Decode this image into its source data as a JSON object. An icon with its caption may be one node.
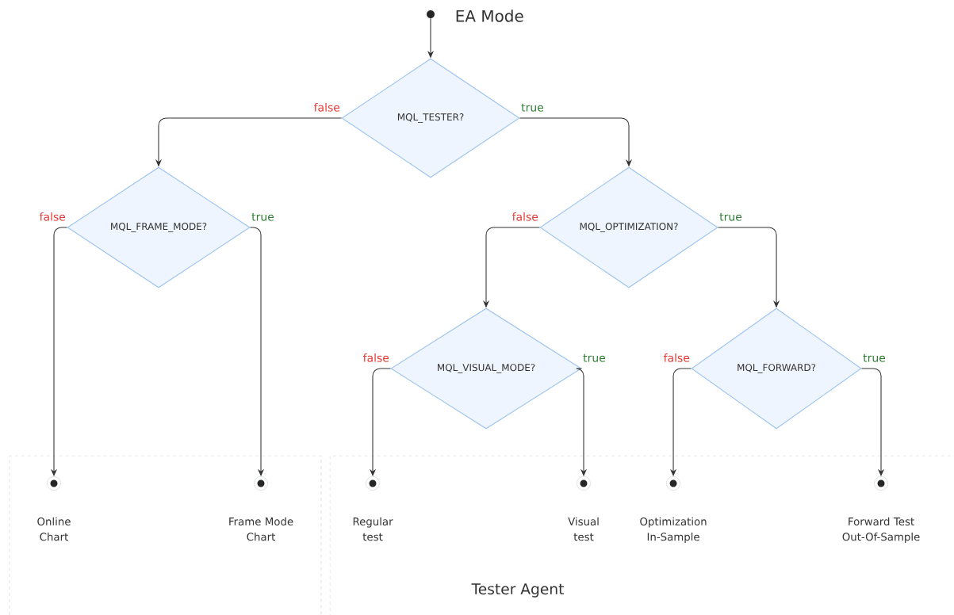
{
  "diagram": {
    "nodes": [
      {
        "text": [],
        "shape": "box"
      },
      {
        "text": [
          "Tester Agent"
        ]
      },
      {
        "text": [],
        "shape": "circle",
        "beside": [
          "EA Mode"
        ]
      },
      {
        "text": [
          "MQL_TESTER?"
        ]
      },
      {
        "text": [
          "MQL_FRAME_MODE?"
        ]
      },
      {
        "text": [
          "MQL_OPTIMIZATION?"
        ]
      },
      {
        "text": [
          "MQL_VISUAL_MODE?"
        ]
      },
      {
        "text": [
          "MQL_FORWARD?"
        ]
      },
      {
        "text": [],
        "shape": "circle",
        "beside": [
          "Online Chart"
        ],
        "in": 0
      },
      {
        "text": [],
        "shape": "circle",
        "beside": [
          "Frame Mode Chart"
        ],
        "in": 0
      },
      {
        "text": [],
        "shape": "circle",
        "beside": [
          "Regular test"
        ],
        "in": 1
      },
      {
        "text": [],
        "shape": "circle",
        "beside": [
          "Visual test"
        ],
        "in": 1
      },
      {
        "text": [],
        "shape": "circle",
        "beside": [
          "Optimization In-Sample"
        ],
        "in": 1
      },
      {
        "text": [],
        "shape": "circle",
        "beside": [
          "Forward Test Out-Of-Sample"
        ],
        "in": 1
      }
    ],
    "edges": [
      {
        "from": 2,
        "to": 3,
        "arrow": "to"
      },
      {
        "from": 3,
        "to": 4,
        "arrow": "to",
        "label": "false"
      },
      {
        "from": 3,
        "to": 5,
        "arrow": "to",
        "label": "true"
      },
      {
        "from": 4,
        "to": 8,
        "arrow": "to",
        "label": "false"
      },
      {
        "from": 4,
        "to": 9,
        "arrow": "to",
        "label": "true"
      },
      {
        "from": 5,
        "to": 6,
        "arrow": "to",
        "label": "false"
      },
      {
        "from": 5,
        "to": 7,
        "arrow": "to",
        "label": "true"
      },
      {
        "from": 6,
        "to": 10,
        "arrow": "to",
        "label": "false"
      },
      {
        "from": 6,
        "to": 11,
        "arrow": "to",
        "label": "true"
      },
      {
        "from": 7,
        "to": 12,
        "arrow": "to",
        "label": "false"
      },
      {
        "from": 7,
        "to": 13,
        "arrow": "to",
        "label": "true"
      }
    ]
  }
}
